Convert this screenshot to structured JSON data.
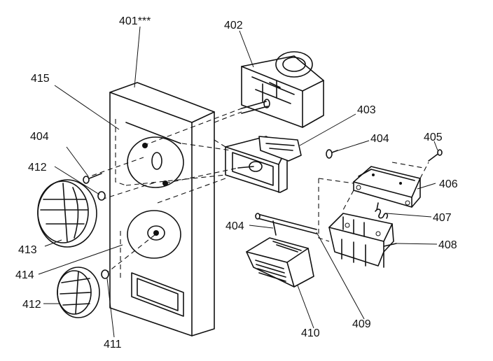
{
  "callouts": {
    "c401": "401***",
    "c402": "402",
    "c403": "403",
    "c404a": "404",
    "c404b": "404",
    "c404c": "404",
    "c405": "405",
    "c406": "406",
    "c407": "407",
    "c408": "408",
    "c409": "409",
    "c410": "410",
    "c411": "411",
    "c412a": "412",
    "c412b": "412",
    "c413": "413",
    "c414": "414",
    "c415": "415"
  }
}
